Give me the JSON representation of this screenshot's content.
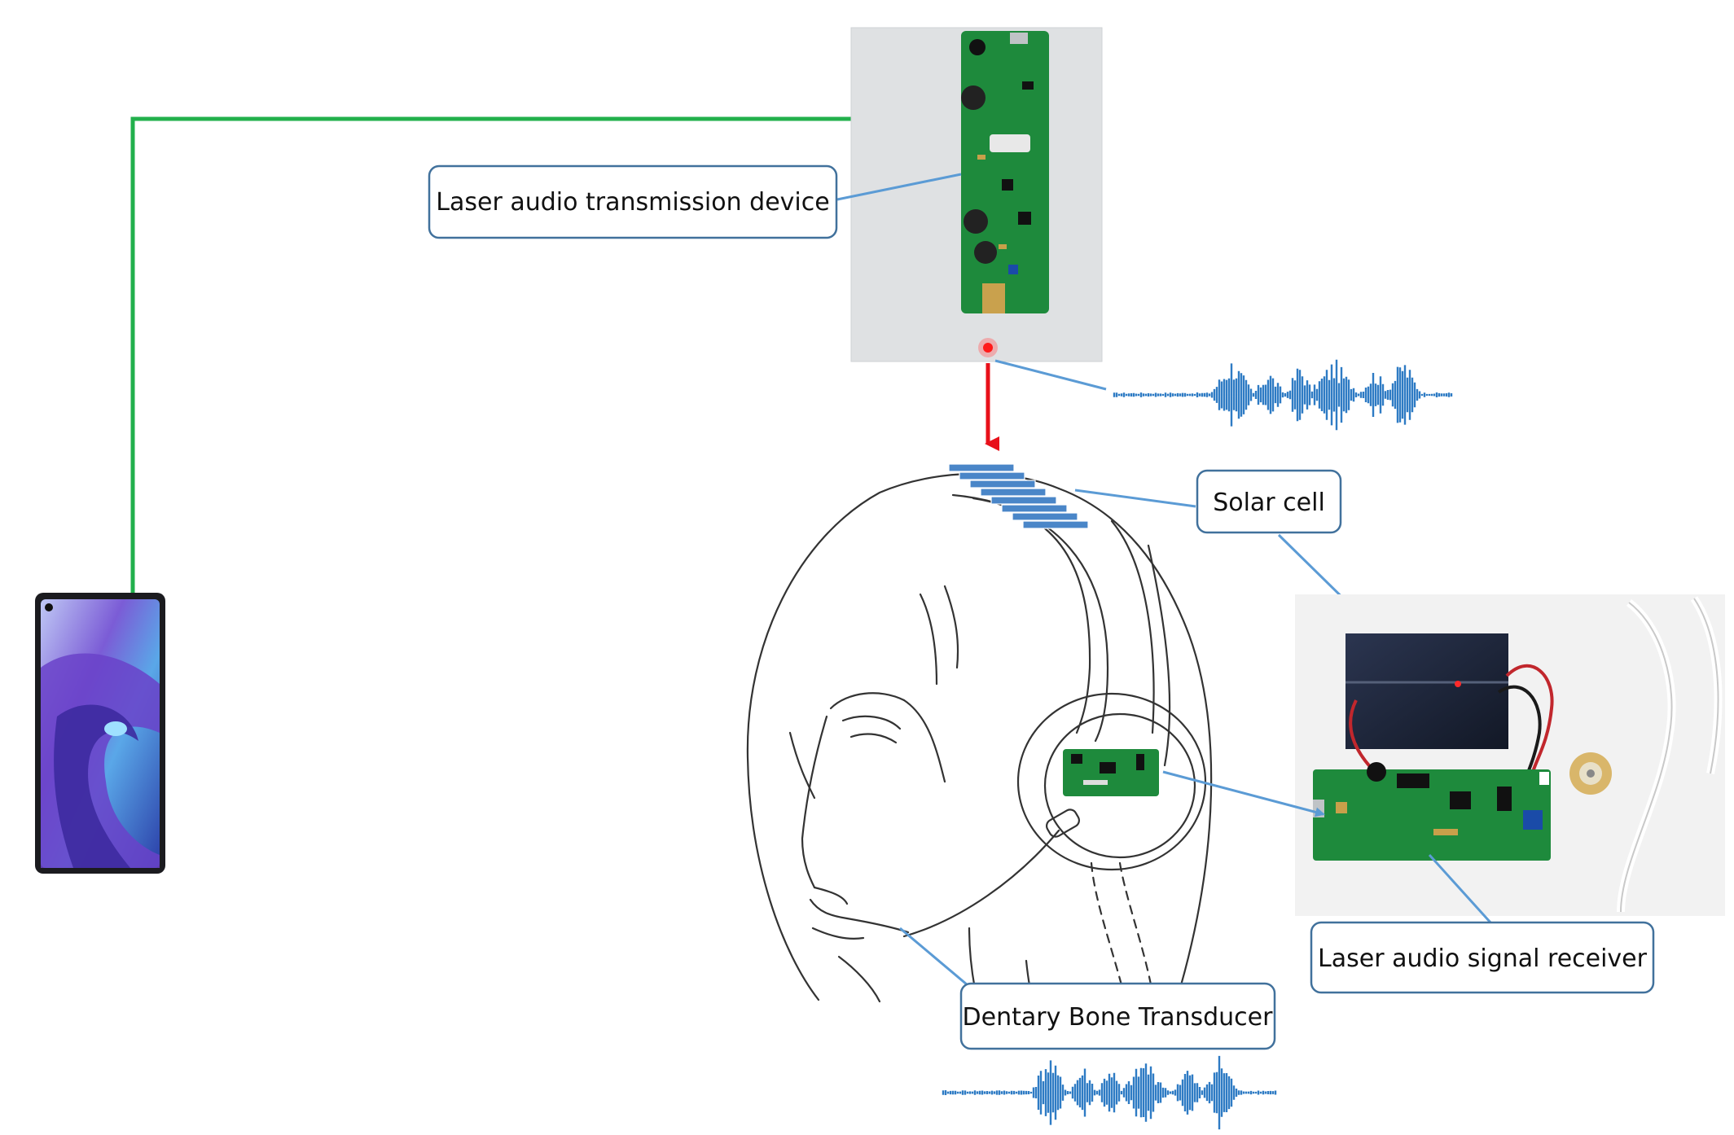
{
  "labels": {
    "transmitter": "Laser audio transmission device",
    "solar_cell": "Solar cell",
    "receiver": "Laser audio signal receiver",
    "transducer": "Dentary Bone Transducer"
  },
  "icons": {
    "phone": "smartphone-icon",
    "transmitter_board": "pcb-photo-icon",
    "receiver_board": "pcb-photo-icon",
    "head": "head-with-headphones-icon",
    "waveform": "audio-waveform-icon",
    "laser_dot": "laser-dot-icon"
  },
  "colors": {
    "cable": "#22b04c",
    "laser_beam": "#e8101a",
    "callout_line": "#5b9bd5",
    "callout_border": "#41719c",
    "waveform": "#2e7bc4",
    "solar_panel": "#4a86c8",
    "pcb": "#1e8a3c",
    "outline": "#333333"
  }
}
